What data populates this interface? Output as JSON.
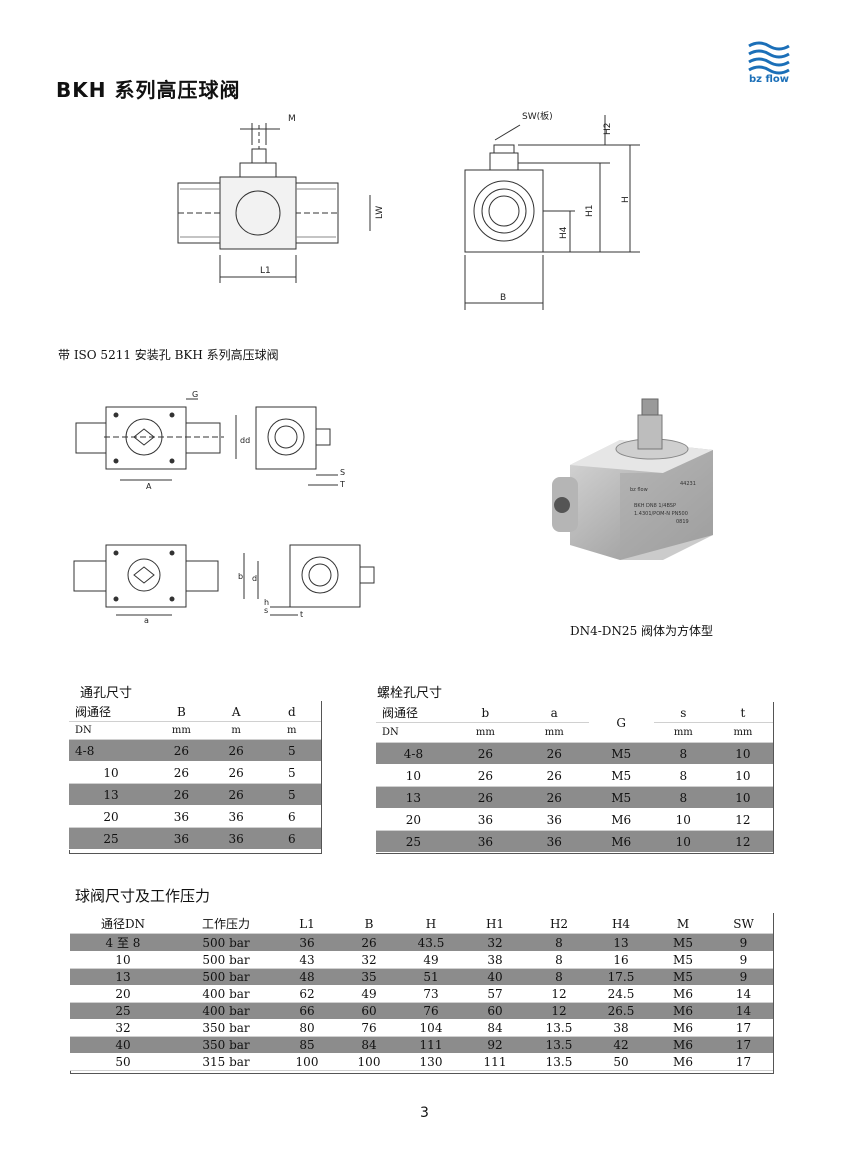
{
  "title": "BKH 系列高压球阀",
  "logo": {
    "text": "bz flow",
    "color": "#1b6fb8"
  },
  "drawing_top": {
    "labels": {
      "m": "M",
      "lw": "LW",
      "l1": "L1",
      "sw": "SW(板)",
      "h2": "H2",
      "h1": "H1",
      "h": "H",
      "h4": "H4",
      "b": "B"
    }
  },
  "subtitle": "带 ISO 5211 安装孔 BKH 系列高压球阀",
  "drawing_iso": {
    "labels": {
      "g": "G",
      "a": "A",
      "dd": "dd",
      "s": "S",
      "t": "T",
      "a_small": "a",
      "b": "b",
      "d": "d",
      "h": "h",
      "s_small": "s",
      "t_small": "t"
    }
  },
  "photo": {
    "caption": "DN4-DN25 阀体为方体型",
    "plate": {
      "brand": "bz flow",
      "code": "44231",
      "line1": "BKH   DN8   1/4BSP",
      "line2": "1.4301/POM-N   PN500",
      "line3": "0819"
    }
  },
  "table1": {
    "title": "通孔尺寸",
    "header": [
      "阀通径",
      "B",
      "A",
      "d"
    ],
    "units": [
      "DN",
      "mm",
      "m",
      "m"
    ],
    "rows": [
      [
        "4-8",
        "26",
        "26",
        "5"
      ],
      [
        "10",
        "26",
        "26",
        "5"
      ],
      [
        "13",
        "26",
        "26",
        "5"
      ],
      [
        "20",
        "36",
        "36",
        "6"
      ],
      [
        "25",
        "36",
        "36",
        "6"
      ]
    ]
  },
  "table2": {
    "title": "螺栓孔尺寸",
    "header": [
      "阀通径",
      "b",
      "a",
      "G",
      "s",
      "t"
    ],
    "units": [
      "DN",
      "mm",
      "mm",
      "",
      "mm",
      "mm"
    ],
    "rows": [
      [
        "4-8",
        "26",
        "26",
        "M5",
        "8",
        "10"
      ],
      [
        "10",
        "26",
        "26",
        "M5",
        "8",
        "10"
      ],
      [
        "13",
        "26",
        "26",
        "M5",
        "8",
        "10"
      ],
      [
        "20",
        "36",
        "36",
        "M6",
        "10",
        "12"
      ],
      [
        "25",
        "36",
        "36",
        "M6",
        "10",
        "12"
      ]
    ]
  },
  "table3": {
    "title": "球阀尺寸及工作压力",
    "header": [
      "通径DN",
      "工作压力",
      "L1",
      "B",
      "H",
      "H1",
      "H2",
      "H4",
      "M",
      "SW"
    ],
    "rows": [
      [
        "4 至 8",
        "500 bar",
        "36",
        "26",
        "43.5",
        "32",
        "8",
        "13",
        "M5",
        "9"
      ],
      [
        "10",
        "500 bar",
        "43",
        "32",
        "49",
        "38",
        "8",
        "16",
        "M5",
        "9"
      ],
      [
        "13",
        "500 bar",
        "48",
        "35",
        "51",
        "40",
        "8",
        "17.5",
        "M5",
        "9"
      ],
      [
        "20",
        "400 bar",
        "62",
        "49",
        "73",
        "57",
        "12",
        "24.5",
        "M6",
        "14"
      ],
      [
        "25",
        "400 bar",
        "66",
        "60",
        "76",
        "60",
        "12",
        "26.5",
        "M6",
        "14"
      ],
      [
        "32",
        "350 bar",
        "80",
        "76",
        "104",
        "84",
        "13.5",
        "38",
        "M6",
        "17"
      ],
      [
        "40",
        "350 bar",
        "85",
        "84",
        "111",
        "92",
        "13.5",
        "42",
        "M6",
        "17"
      ],
      [
        "50",
        "315 bar",
        "100",
        "100",
        "130",
        "111",
        "13.5",
        "50",
        "M6",
        "17"
      ]
    ]
  },
  "page_number": "3"
}
